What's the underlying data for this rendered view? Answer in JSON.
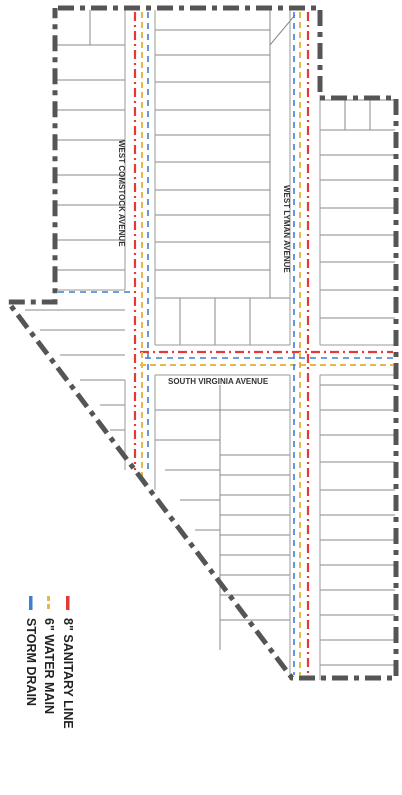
{
  "map": {
    "streets": {
      "west_comstock": "WEST COMSTOCK AVENUE",
      "west_lyman": "WEST LYMAN AVENUE",
      "south_virginia": "SOUTH VIRGINIA AVENUE"
    },
    "legend": [
      {
        "label": "8\" SANITARY LINE",
        "color": "#e53935"
      },
      {
        "label": "6\" WATER MAIN",
        "color": "#e6b84a"
      },
      {
        "label": "STORM DRAIN",
        "color": "#3d7fd6"
      }
    ],
    "colors": {
      "boundary": "#555555",
      "parcel_lines": "#8a8a8a",
      "sanitary": "#e53935",
      "water": "#e6b84a",
      "storm": "#3d7fd6"
    }
  }
}
